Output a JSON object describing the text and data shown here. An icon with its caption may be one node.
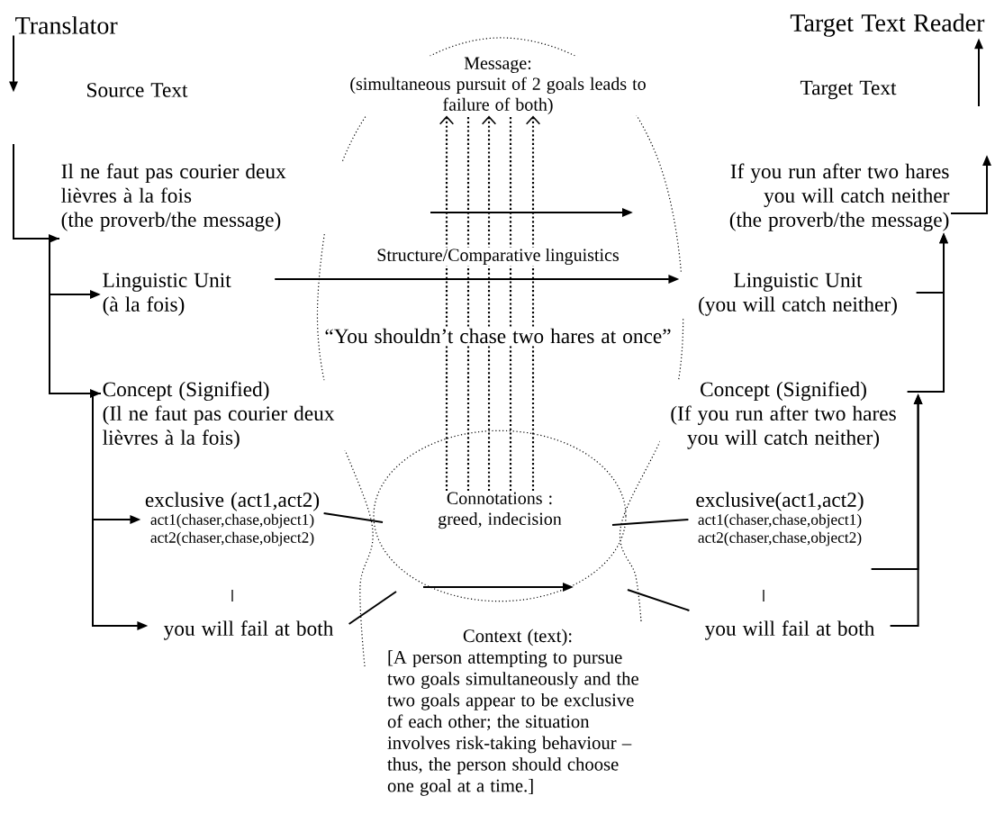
{
  "diagram": {
    "nodes": [
      {
        "text": [
          "Translator"
        ]
      },
      {
        "text": [
          "Il ne faut pas courier deux lièvres à la fois",
          "(the proverb/the message)"
        ]
      },
      {
        "text": [
          "Linguistic Unit",
          "(à la fois)"
        ]
      },
      {
        "text": [
          "Concept (Signified)",
          "(Il ne faut pas courier deux lièvres à la fois)"
        ]
      },
      {
        "text": [
          "exclusive (act1,act2)",
          "act1(chaser,chase,object1)",
          "act2(chaser,chase,object2)"
        ]
      },
      {
        "text": [
          "you will fail at both"
        ]
      },
      {
        "text": [
          "If you run after two hares you will catch neither",
          "(the proverb/the message)"
        ]
      },
      {
        "text": [
          "Linguistic Unit",
          "(you will catch neither)"
        ]
      },
      {
        "text": [
          "Concept (Signified)",
          "(If you run after two hares you will catch neither)"
        ]
      },
      {
        "text": [
          "exclusive(act1,act2)",
          "act1(chaser,chase,object1)",
          "act2(chaser,chase,object2)"
        ]
      },
      {
        "text": [
          "you will fail at both"
        ]
      },
      {
        "text": [
          "Target Text Reader"
        ]
      },
      {
        "text": [
          "Message:",
          "(simultaneous pursuit of 2 goals leads to failure of both)"
        ]
      },
      {
        "text": [
          "Connotations :",
          "greed, indecision"
        ]
      },
      {
        "text": [
          "Context (text):",
          "[A person attempting to pursue two goals simultaneously and the two goals appear to be exclusive of each other; the situation involves risk-taking behaviour – thus, the person should choose one goal at a time.]"
        ]
      }
    ],
    "edges": [
      {
        "from": 0,
        "to": null,
        "arrow": "to"
      },
      {
        "from": null,
        "to": 1,
        "arrow": "to"
      },
      {
        "from": 1,
        "to": 2,
        "arrow": "to"
      },
      {
        "from": 1,
        "to": 3,
        "arrow": "to"
      },
      {
        "from": 3,
        "to": 4,
        "arrow": "to"
      },
      {
        "from": 3,
        "to": 5,
        "arrow": "to"
      },
      {
        "from": 4,
        "to": null,
        "arrow": "none"
      },
      {
        "from": 5,
        "to": null,
        "arrow": "none"
      },
      {
        "from": 2,
        "to": 7,
        "arrow": "to",
        "label": "Structure/Comparative linguistics"
      },
      {
        "from": 9,
        "to": null,
        "arrow": "none"
      },
      {
        "from": 10,
        "to": null,
        "arrow": "none"
      },
      {
        "from": 10,
        "to": 8,
        "arrow": "to"
      },
      {
        "from": 9,
        "to": 8,
        "arrow": "to"
      },
      {
        "from": 8,
        "to": 6,
        "arrow": "to"
      },
      {
        "from": 7,
        "to": 6,
        "arrow": "to"
      },
      {
        "from": 6,
        "to": null,
        "arrow": "to"
      },
      {
        "from": null,
        "to": 11,
        "arrow": "to"
      },
      {
        "from": 13,
        "to": 12,
        "arrow": "to",
        "style": "dashed"
      },
      {
        "from": 13,
        "to": 12,
        "arrow": "none",
        "style": "dashed"
      },
      {
        "from": 13,
        "to": 12,
        "arrow": "to",
        "style": "dashed"
      },
      {
        "from": 13,
        "to": 12,
        "arrow": "none",
        "style": "dashed"
      },
      {
        "from": 13,
        "to": 12,
        "arrow": "to",
        "style": "dashed"
      }
    ],
    "labels": [
      "Source Text",
      "Target Text",
      "“You shouldn’t chase two hares at once”"
    ]
  }
}
